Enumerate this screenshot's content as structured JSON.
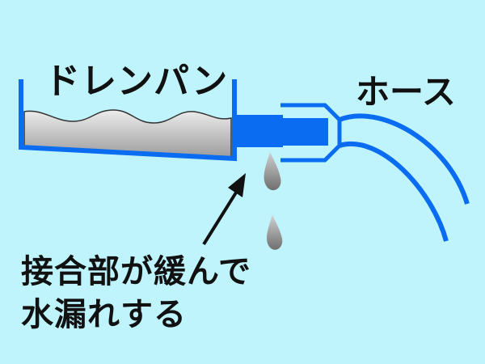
{
  "labels": {
    "drain_pan": "ドレンパン",
    "hose": "ホース",
    "caption_line1": "接合部が緩んで",
    "caption_line2": "水漏れする"
  },
  "colors": {
    "background": "#bff4fd",
    "blue": "#0a6cf0",
    "water": "#a6a6a6",
    "drop": "#8a8a8a",
    "text": "#111111"
  }
}
